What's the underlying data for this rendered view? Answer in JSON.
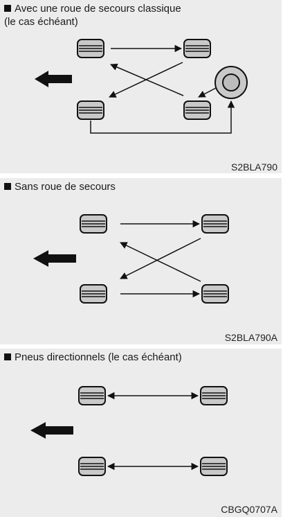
{
  "panels": [
    {
      "title_line1": "Avec une roue de secours classique",
      "title_line2": "(le cas échéant)",
      "code": "S2BLA790"
    },
    {
      "title_line1": "Sans roue de secours",
      "code": "S2BLA790A"
    },
    {
      "title_line1": "Pneus directionnels (le cas échéant)",
      "code": "CBGQ0707A"
    }
  ],
  "colors": {
    "panel_bg": "#ececec",
    "tire_fill": "#c9c9c9",
    "stroke": "#111111"
  },
  "icons": [
    "tire-icon",
    "spare-wheel-icon",
    "forward-direction-arrow-icon",
    "rotation-arrow-icon"
  ]
}
